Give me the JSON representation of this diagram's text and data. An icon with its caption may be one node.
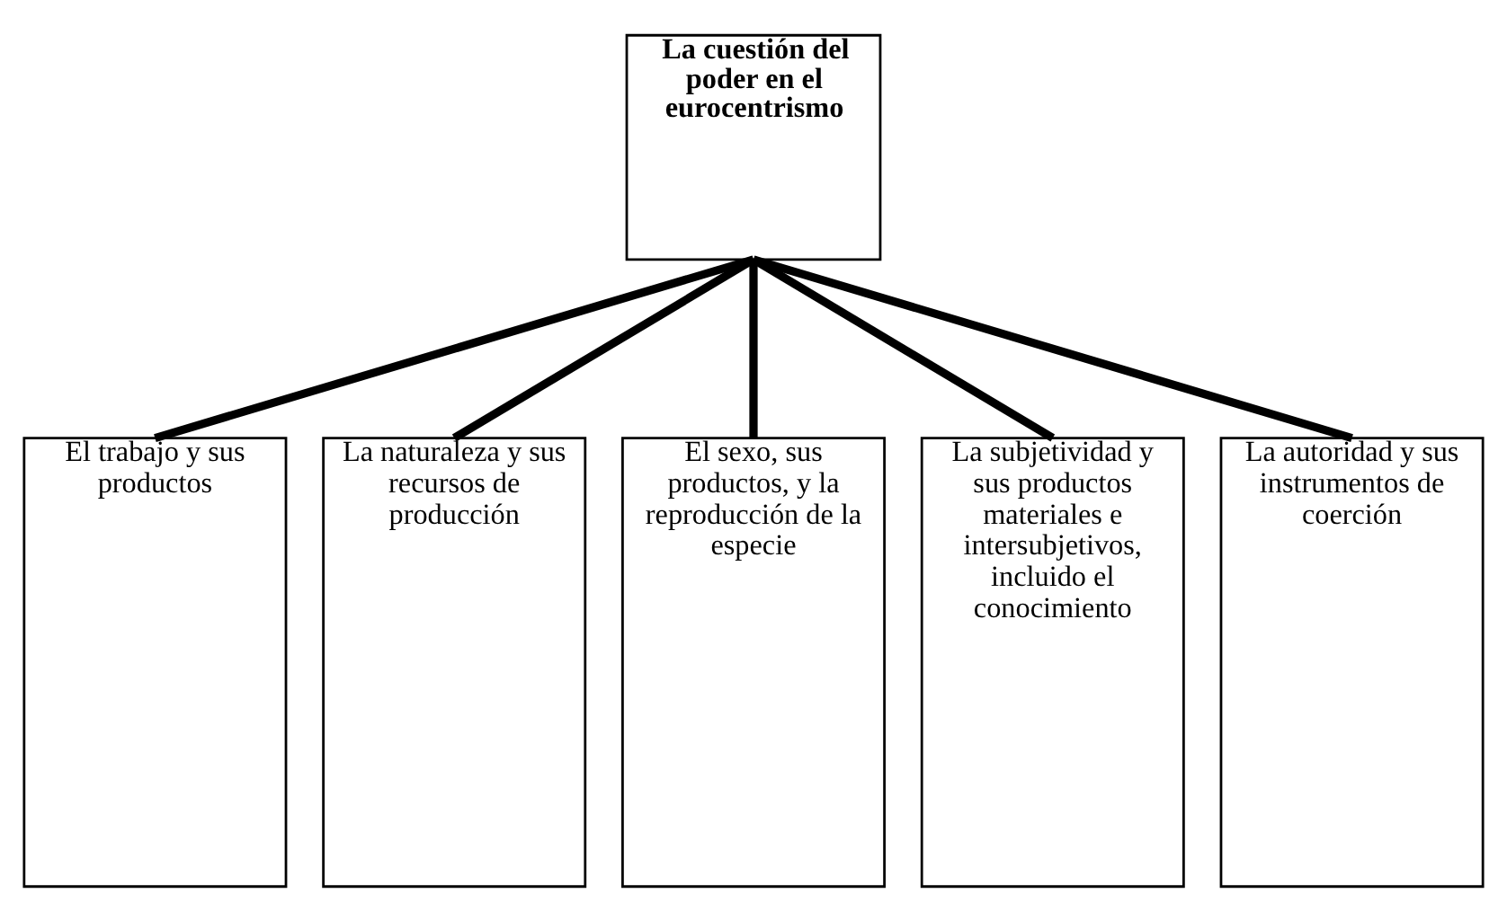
{
  "diagram": {
    "nodes": [
      {
        "text": [
          "La cuestión del poder en el eurocentrismo"
        ]
      },
      {
        "text": [
          "El trabajo y sus productos"
        ]
      },
      {
        "text": [
          "La naturaleza y sus recursos de producción"
        ]
      },
      {
        "text": [
          "El sexo, sus productos, y la reproducción de la especie"
        ]
      },
      {
        "text": [
          "La subjetividad y sus productos materiales e intersubjetivos, incluido el conocimiento"
        ]
      },
      {
        "text": [
          "La autoridad y sus instrumentos de coerción"
        ]
      }
    ],
    "edges": [
      {
        "from": 0,
        "to": 1,
        "arrow": "none"
      },
      {
        "from": 0,
        "to": 2,
        "arrow": "none"
      },
      {
        "from": 0,
        "to": 3,
        "arrow": "none"
      },
      {
        "from": 0,
        "to": 4,
        "arrow": "none"
      },
      {
        "from": 0,
        "to": 5,
        "arrow": "none"
      }
    ]
  }
}
